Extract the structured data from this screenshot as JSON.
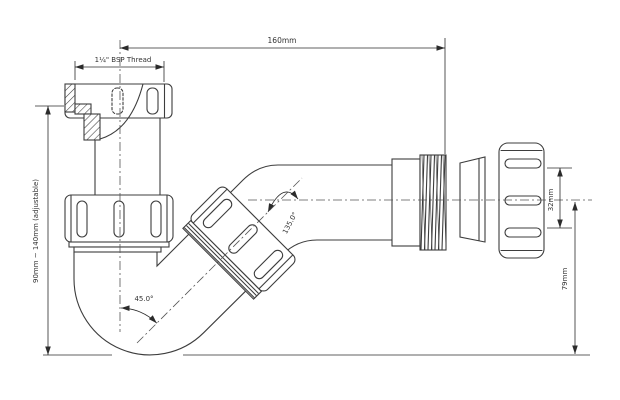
{
  "drawing": {
    "labels": {
      "overall_width": "160mm",
      "inlet_thread": "1¼\" BSP Thread",
      "adjustable_height": "90mm ~ 140mm (adjustable)",
      "outlet_bore": "32mm",
      "outlet_centre_height": "79mm",
      "bend_angle": "45.0°",
      "outlet_angle": "135.0°"
    },
    "colors": {
      "object_line": "#3d3d3d",
      "dimension_line": "#2b2b2b",
      "background": "#ffffff"
    }
  }
}
